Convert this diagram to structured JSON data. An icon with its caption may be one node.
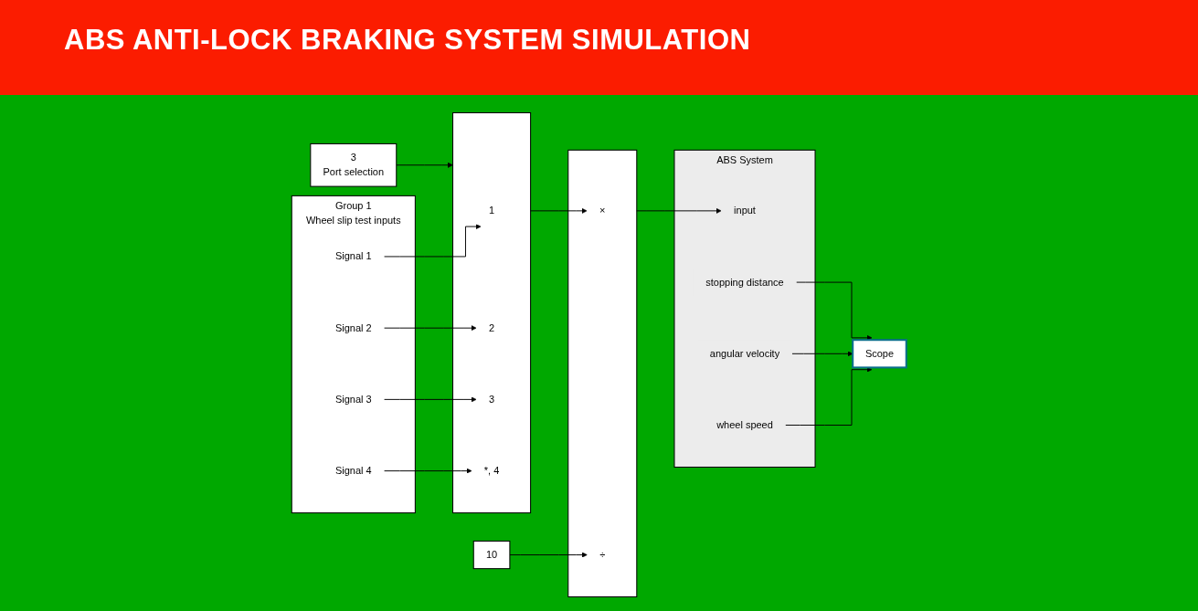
{
  "diagram": {
    "title": "ABS ANTI-LOCK BRAKING SYSTEM SIMULATION",
    "nodes": [
      {
        "text": [
          "3",
          "Port selection"
        ]
      },
      {
        "text": [
          "Group 1",
          "Wheel slip test inputs"
        ]
      },
      {
        "text": [
          "Signal 1"
        ],
        "in": 1
      },
      {
        "text": [
          "Signal 2"
        ],
        "in": 1
      },
      {
        "text": [
          "Signal 3"
        ],
        "in": 1
      },
      {
        "text": [
          "Signal 4"
        ],
        "in": 1
      },
      {
        "text": [],
        "shape": "box"
      },
      {
        "text": [
          "1"
        ],
        "in": 6
      },
      {
        "text": [
          "2"
        ],
        "in": 6
      },
      {
        "text": [
          "3"
        ],
        "in": 6
      },
      {
        "text": [
          "*, 4"
        ],
        "in": 6
      },
      {
        "text": [
          "10"
        ]
      },
      {
        "text": [],
        "shape": "box"
      },
      {
        "text": [
          "×"
        ],
        "in": 12
      },
      {
        "text": [
          "÷"
        ],
        "in": 12
      },
      {
        "text": [
          "ABS System"
        ]
      },
      {
        "text": [
          "input"
        ],
        "in": 15
      },
      {
        "text": [
          "wheel speed"
        ],
        "in": 15
      },
      {
        "text": [
          "angular velocity"
        ],
        "in": 15
      },
      {
        "text": [
          "stopping distance"
        ],
        "in": 15
      },
      {
        "text": [
          "Scope"
        ]
      }
    ],
    "edges": [
      {
        "from": 0,
        "to": 6,
        "arrow": "to"
      },
      {
        "from": 2,
        "to": 7,
        "arrow": "to"
      },
      {
        "from": 3,
        "to": 8,
        "arrow": "to"
      },
      {
        "from": 4,
        "to": 9,
        "arrow": "to"
      },
      {
        "from": 5,
        "to": 10,
        "arrow": "to"
      },
      {
        "from": 6,
        "to": 13,
        "arrow": "to"
      },
      {
        "from": 11,
        "to": 14,
        "arrow": "to"
      },
      {
        "from": 12,
        "to": 16,
        "arrow": "to"
      },
      {
        "from": 17,
        "to": 20,
        "arrow": "to"
      },
      {
        "from": 18,
        "to": 20,
        "arrow": "to"
      },
      {
        "from": 19,
        "to": 20,
        "arrow": "to"
      }
    ]
  }
}
